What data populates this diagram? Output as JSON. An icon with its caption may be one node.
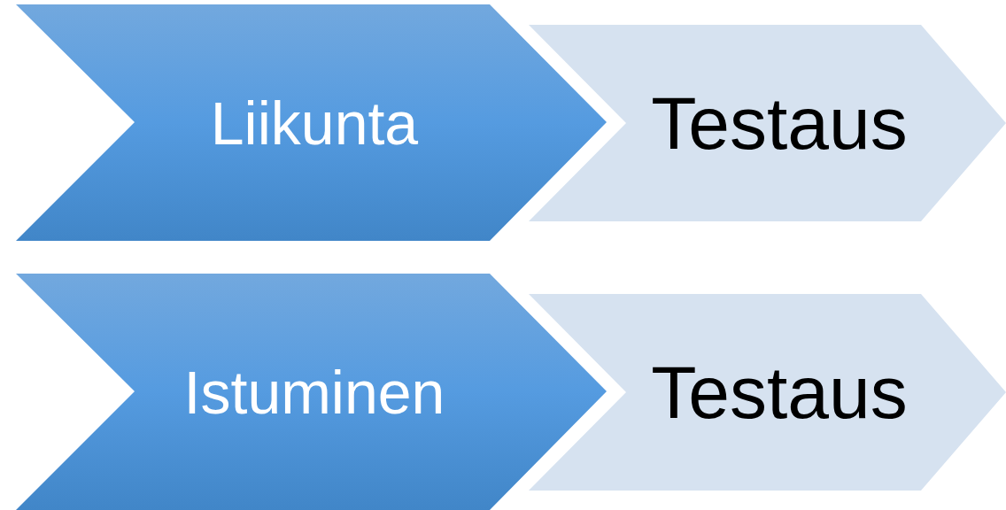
{
  "diagram": {
    "nodes": [
      {
        "text": [
          "Liikunta"
        ]
      },
      {
        "text": [
          "Testaus"
        ]
      },
      {
        "text": [
          "Istuminen"
        ]
      },
      {
        "text": [
          "Testaus"
        ]
      }
    ]
  }
}
